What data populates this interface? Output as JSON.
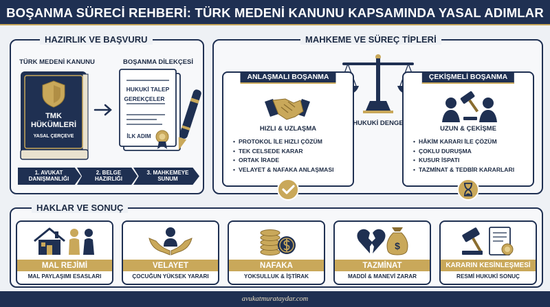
{
  "title": "BOŞANMA SÜRECİ REHBERİ: TÜRK MEDENİ KANUNU KAPSAMINDA YASAL ADIMLAR",
  "prep": {
    "title": "HAZIRLIK VE BAŞVURU",
    "book_label": "TÜRK MEDENİ KANUNU",
    "book_text_1": "TMK",
    "book_text_2": "HÜKÜMLERİ",
    "book_text_3": "YASAL ÇERÇEVE",
    "doc_label": "BOŞANMA DİLEKÇESİ",
    "doc_line_1": "HUKUKİ TALEP",
    "doc_line_2": "GEREKÇELER",
    "doc_line_3": "İLK ADIM",
    "steps": [
      "1. AVUKAT DANIŞMANLIĞI",
      "2. BELGE HAZIRLIĞI",
      "3. MAHKEMEYE SUNUM"
    ]
  },
  "court": {
    "title": "MAHKEME VE SÜREÇ TİPLERİ",
    "balance_label": "HUKUKİ DENGE",
    "agreed": {
      "title": "ANLAŞMALI BOŞANMA",
      "subtitle": "HIZLI & UZLAŞMA",
      "items": [
        "PROTOKOL İLE HIZLI ÇÖZÜM",
        "TEK CELSEDE KARAR",
        "ORTAK İRADE",
        "VELAYET & NAFAKA ANLAŞMASI"
      ]
    },
    "contested": {
      "title": "ÇEKİŞMELİ BOŞANMA",
      "subtitle": "UZUN & ÇEKİŞME",
      "items": [
        "HÂKİM KARARI İLE ÇÖZÜM",
        "ÇOKLU DURUŞMA",
        "KUSUR İSPATI",
        "TAZMİNAT & TEDBİR KARARLARI"
      ]
    }
  },
  "rights": {
    "title": "HAKLAR VE SONUÇ",
    "cards": [
      {
        "title": "MAL REJİMİ",
        "desc": "MAL PAYLAŞIMI ESASLARI",
        "icon": "house-family-icon"
      },
      {
        "title": "VELAYET",
        "desc": "ÇOCUĞUN YÜKSEK YARARI",
        "icon": "child-care-icon"
      },
      {
        "title": "NAFAKA",
        "desc": "YOKSULLUK & İŞTİRAK",
        "icon": "coins-icon"
      },
      {
        "title": "TAZMİNAT",
        "desc": "MADDİ & MANEVİ ZARAR",
        "icon": "broken-heart-money-icon"
      },
      {
        "title": "KARARIN KESİNLEŞMESİ",
        "desc": "RESMİ HUKUKİ SONUÇ",
        "icon": "gavel-document-icon"
      }
    ]
  },
  "footer": "avukatmurataydar.com",
  "colors": {
    "navy": "#1f3052",
    "gold": "#c9a85a",
    "background": "#eef1f5"
  }
}
